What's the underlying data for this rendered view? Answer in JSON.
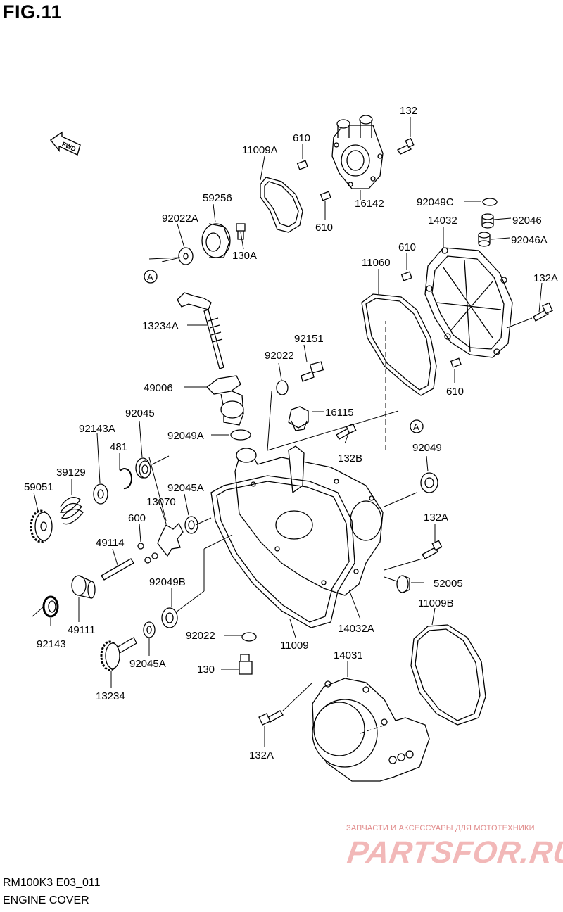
{
  "figure": {
    "title": "FIG.11"
  },
  "footer": {
    "code": "RM100K3 E03_011",
    "title": "ENGINE COVER"
  },
  "watermark": {
    "tagline": "ЗАПЧАСТИ И АКСЕССУАРЫ ДЛЯ МОТОТЕХНИКИ",
    "logo": "PARTSFOR.RU"
  },
  "fwd_arrow": {
    "label": "FWD"
  },
  "reference_marks": [
    "A",
    "A"
  ],
  "parts": [
    "132",
    "610",
    "11009A",
    "16142",
    "59256",
    "92022A",
    "130A",
    "610",
    "92049C",
    "92046",
    "14032",
    "92046A",
    "610",
    "11060",
    "132A",
    "13234A",
    "92151",
    "92022",
    "49006",
    "16115",
    "92045",
    "92143A",
    "481",
    "92049A",
    "132B",
    "92049",
    "39129",
    "59051",
    "92045A",
    "13070",
    "600",
    "49114",
    "132A",
    "52005",
    "92049B",
    "11009B",
    "92143",
    "49111",
    "92022",
    "14032A",
    "11009",
    "92045A",
    "130",
    "14031",
    "13234",
    "132A",
    "610"
  ],
  "colors": {
    "line": "#000000",
    "watermark": "#f2b8b8"
  }
}
